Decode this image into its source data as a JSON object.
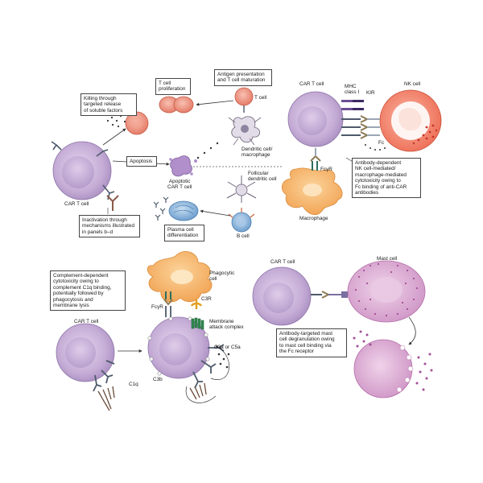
{
  "panel_a": {
    "killing_box": "Killing through\ntargeted release\nof soluble factors",
    "t_cell_prolif_box": "T cell\nproliferation",
    "antigen_box": "Antigen presentation\nand T cell maturation",
    "t_cell_label": "T cell",
    "apoptosis_box": "Apoptosis",
    "dendritic_label": "Dendritic cell/\nmacrophage",
    "follicular_label": "Follicular\ndendritic cell",
    "apoptotic_label": "Apoptotic\nCAR T cell",
    "car_t_label": "CAR T cell",
    "plasma_box": "Plasma cell\ndifferentiation",
    "b_cell_label": "B cell",
    "inactivation_box": "Inactivation through\nmechanisms illustrated\nin panels b–d"
  },
  "panel_b": {
    "car_t_label": "CAR T cell",
    "mhc_label": "MHC\nclass I",
    "kir_label": "KIR",
    "nk_label": "NK cell",
    "fc_label": "Fc",
    "fcgr_label": "FcγR",
    "adcc_box": "Antibody-dependent\nNK cell-mediated/\nmacrophage-mediated\ncytotoxicity owing to\nFc binding of anti-CAR\nantibodies",
    "macrophage_label": "Macrophage"
  },
  "panel_c": {
    "cdc_box": "Complement-dependent\ncytotoxicity owing to\ncomplement C1q binding,\npotentially followed by\nphagocytosis and\nmembrane lysis",
    "phagocytic_label": "Phagocytic\ncell",
    "fcgr_label": "FcγR",
    "c3r_label": "C3R",
    "mac_label": "Membrane\nattack complex",
    "car_t_label": "CAR T cell",
    "c3a_label": "C3a or C5a",
    "c3b_label": "C3b",
    "c1q_label": "C1q"
  },
  "panel_d": {
    "car_t_label": "CAR T cell",
    "mast_label": "Mast cell",
    "mast_box": "Antibody-targeted mast\ncell degranulation owing\nto mast cell binding via\nthe Fc receptor"
  },
  "colors": {
    "car_t_fill": "#c9b3d8",
    "nk_fill": "#f2836b",
    "macrophage_fill": "#f6b46a",
    "mast_fill": "#d6a8cf",
    "b_cell_fill": "#8fb8dc",
    "plasma_fill": "#7fa8d4"
  }
}
